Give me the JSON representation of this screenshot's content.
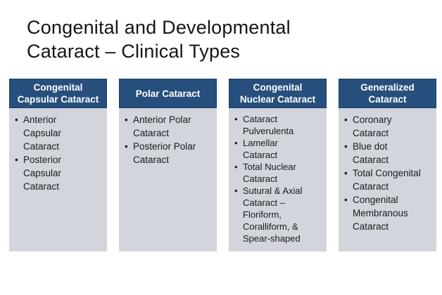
{
  "title": {
    "line1": "Congenital and Developmental",
    "line2": "Cataract – Clinical Types"
  },
  "columns": [
    {
      "header_lines": [
        "Congenital",
        "Capsular Cataract"
      ],
      "items": [
        "Anterior Capsular Cataract",
        "Posterior Capsular Cataract"
      ]
    },
    {
      "header_lines": [
        "Polar Cataract"
      ],
      "items": [
        "Anterior Polar Cataract",
        "Posterior Polar Cataract"
      ]
    },
    {
      "header_lines": [
        "Congenital",
        "Nuclear Cataract"
      ],
      "items": [
        "Cataract Pulverulenta",
        "Lamellar Cataract",
        "Total Nuclear Cataract",
        "Sutural & Axial Cataract – Floriform, Coralliform, & Spear-shaped"
      ]
    },
    {
      "header_lines": [
        "Generalized",
        "Cataract"
      ],
      "items": [
        "Coronary Cataract",
        "Blue dot Cataract",
        "Total Congenital Cataract",
        "Congenital Membranous Cataract"
      ]
    }
  ],
  "colors": {
    "header_bg": "#264F7D",
    "header_border": "#1C3D61",
    "header_text": "#FFFFFF",
    "body_bg": "#D2D5DC",
    "body_text": "#1A1A1A",
    "title_text": "#151515"
  }
}
